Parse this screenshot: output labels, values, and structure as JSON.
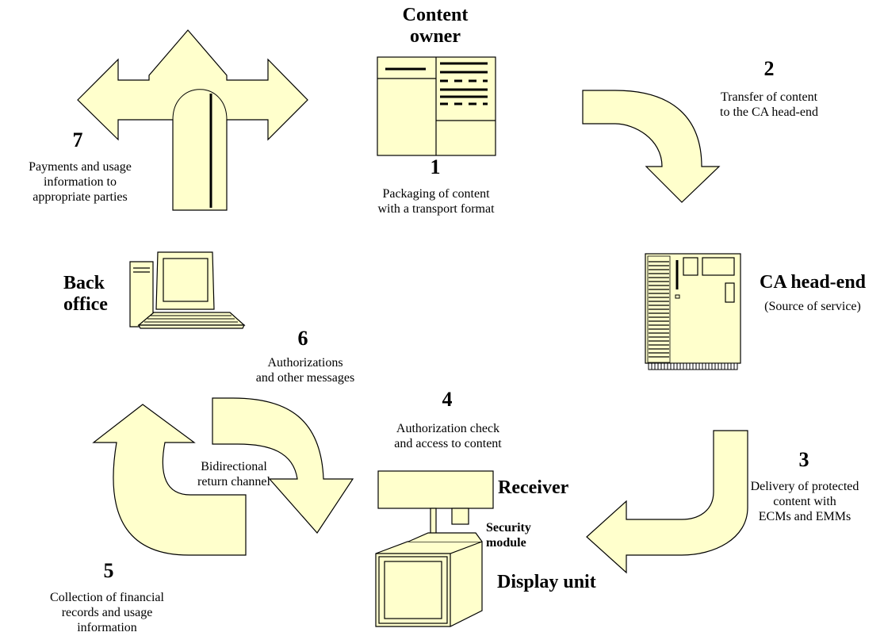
{
  "colors": {
    "fill": "#ffffcc",
    "stroke": "#000000"
  },
  "entities": {
    "content_owner": "Content\nowner",
    "ca_headend": "CA head-end",
    "ca_headend_sub": "(Source of service)",
    "back_office": "Back\noffice",
    "receiver": "Receiver",
    "security_module": "Security\nmodule",
    "display_unit": "Display unit"
  },
  "steps": [
    {
      "number": "1",
      "text": "Packaging of content\nwith a transport format"
    },
    {
      "number": "2",
      "text": "Transfer of content\nto the CA head-end"
    },
    {
      "number": "3",
      "text": "Delivery of protected\ncontent with\nECMs and EMMs"
    },
    {
      "number": "4",
      "text": "Authorization check\nand access to content"
    },
    {
      "number": "5",
      "text": "Collection of financial\nrecords and usage\ninformation"
    },
    {
      "number": "6",
      "text": "Authorizations\nand other messages"
    },
    {
      "number": "7",
      "text": "Payments and usage\ninformation to\nappropriate parties"
    }
  ],
  "channel_label": "Bidirectional\nreturn channel",
  "icons": [
    "three-way-arrow-icon",
    "document-icon",
    "curved-arrow-icon",
    "server-icon",
    "computer-icon",
    "receiver-icon",
    "monitor-icon"
  ]
}
